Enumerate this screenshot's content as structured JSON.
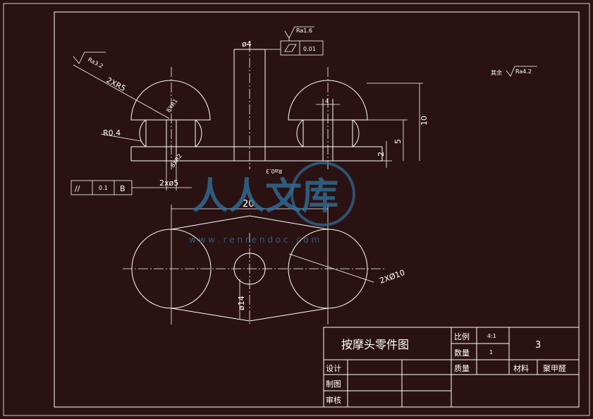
{
  "drawing": {
    "dim_phi4": "ø4",
    "dim_phi4_width": "4",
    "dim_10": "10",
    "dim_5": "5",
    "dim_2": "2",
    "dim_20": "20",
    "dim_phi14": "ø14",
    "dim_2xphi10": "2XØ10",
    "dim_2xphi5": "2xø5",
    "dim_2xr5": "2XR5",
    "dim_8xr1": "8XR1",
    "dim_8xr2": "8XR2",
    "dim_r04": "R0.4",
    "ra32": "Ra3.2",
    "ra16": "Ra1.6",
    "ra03": "Ra0.3",
    "tol_flat": "0.01",
    "tol_par_symbol": "//",
    "tol_par_value": "0.1",
    "tol_par_datum": "B",
    "rest_label": "其余",
    "rest_ra": "Ra4.2"
  },
  "title_block": {
    "title": "按摩头零件图",
    "scale_label": "比例",
    "scale_value": "4:1",
    "qty_label": "数量",
    "qty_value": "1",
    "mass_label": "质量",
    "drawing_no": "3",
    "material_label": "材料",
    "material_value": "聚甲醛",
    "design_label": "设计",
    "drawn_label": "制图",
    "review_label": "审核"
  },
  "watermark": {
    "text": "人人文库",
    "url": "w w w . r e n r e n d o c . c o m"
  }
}
